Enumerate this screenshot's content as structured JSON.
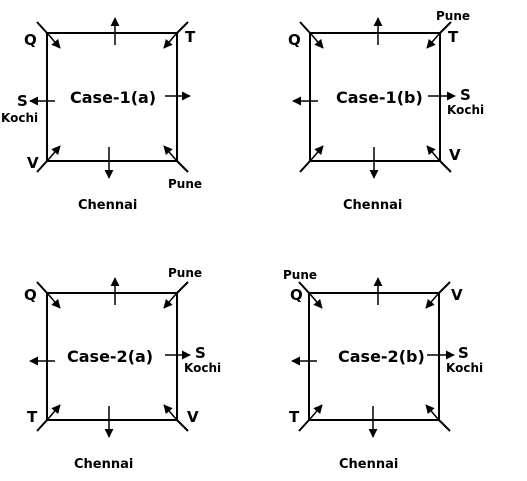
{
  "panels": [
    {
      "case_label": "Case-1(a)",
      "q": "Q",
      "t": "T",
      "v": "V",
      "s": "S",
      "kochi": "Kochi",
      "pune": "Pune",
      "chennai": "Chennai"
    },
    {
      "case_label": "Case-1(b)",
      "q": "Q",
      "t": "T",
      "v": "V",
      "s": "S",
      "kochi": "Kochi",
      "pune": "Pune",
      "chennai": "Chennai"
    },
    {
      "case_label": "Case-2(a)",
      "q": "Q",
      "t": "T",
      "v": "V",
      "s": "S",
      "kochi": "Kochi",
      "pune": "Pune",
      "chennai": "Chennai"
    },
    {
      "case_label": "Case-2(b)",
      "q": "Q",
      "t": "T",
      "v": "V",
      "s": "S",
      "kochi": "Kochi",
      "pune": "Pune",
      "chennai": "Chennai"
    }
  ],
  "colors": {
    "line": "#000000",
    "background": "#ffffff"
  }
}
